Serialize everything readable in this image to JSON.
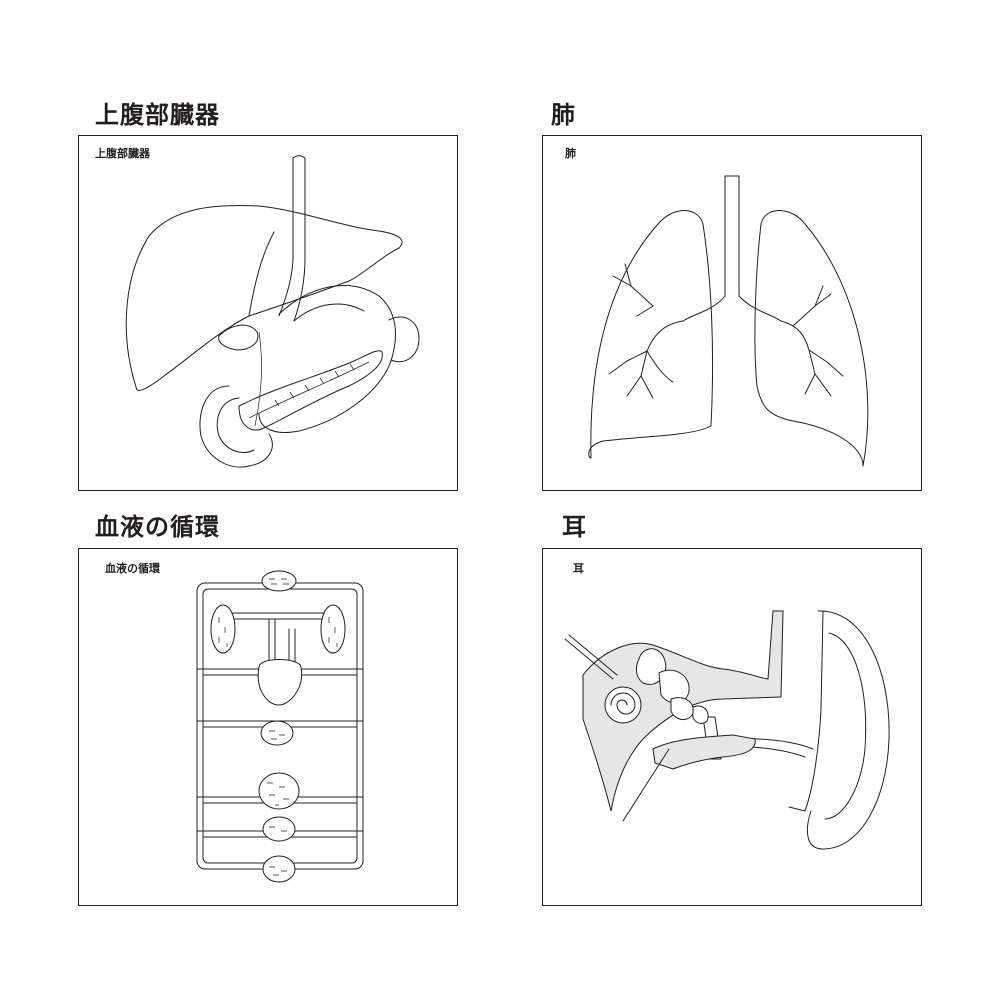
{
  "panels": [
    {
      "heading": "上腹部臓器",
      "label": "上腹部臓器",
      "icon": "upper-abdominal-organs-illustration"
    },
    {
      "heading": "肺",
      "label": "肺",
      "icon": "lungs-illustration"
    },
    {
      "heading": "血液の循環",
      "label": "血液の循環",
      "icon": "blood-circulation-illustration"
    },
    {
      "heading": "耳",
      "label": "耳",
      "icon": "ear-anatomy-illustration"
    }
  ],
  "colors": {
    "line": "#231f20",
    "fill": "#ffffff",
    "shade": "#e6e6e6"
  }
}
